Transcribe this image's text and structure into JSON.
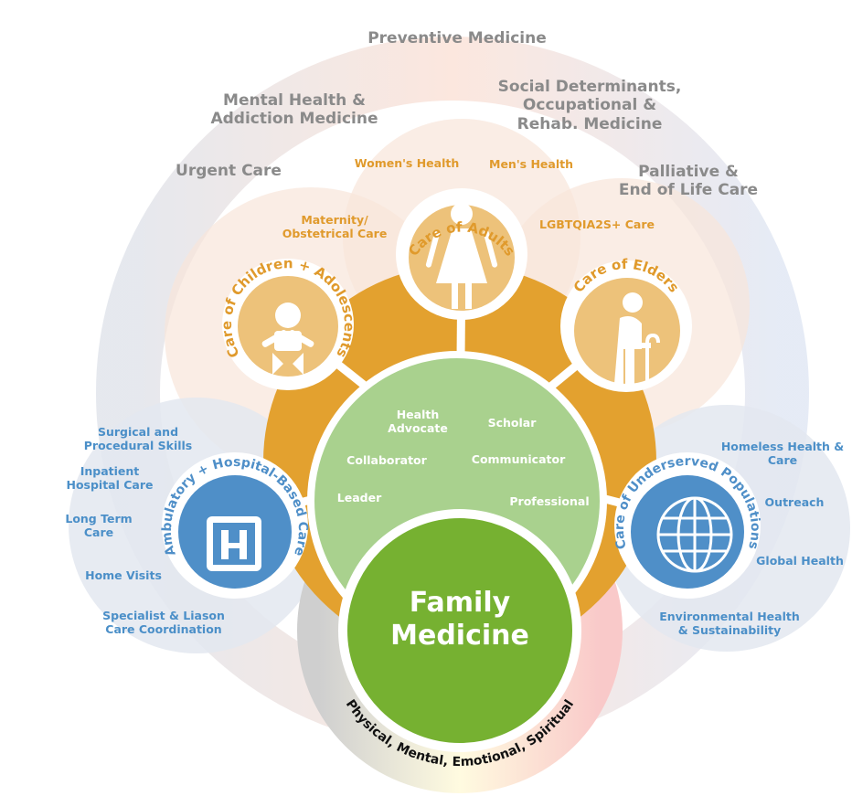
{
  "outer": {
    "preventive": "Preventive Medicine",
    "mental": "Mental Health &\nAddiction Medicine",
    "social": "Social Determinants,\nOccupational &\nRehab. Medicine",
    "urgent": "Urgent Care",
    "palliative": "Palliative &\nEnd of Life Care"
  },
  "adult_topics": {
    "womens": "Women's Health",
    "mens": "Men's Health",
    "maternity": "Maternity/\nObstetrical Care",
    "lgbt": "LGBTQIA2S+ Care"
  },
  "hubs": {
    "children": "Care of Children + Adolescents",
    "adults": "Care of Adults",
    "elders": "Care of Elders",
    "ambulatory": "Ambulatory + Hospital-Based Care",
    "underserved": "Care of Underserved Populations"
  },
  "ambulatory_topics": [
    "Surgical and\nProcedural Skills",
    "Inpatient\nHospital Care",
    "Long Term\nCare",
    "Home Visits",
    "Specialist & Liason\nCare Coordination"
  ],
  "underserved_topics": [
    "Homeless Health &\nCare",
    "Outreach",
    "Global Health",
    "Environmental Health\n& Sustainability"
  ],
  "roles": {
    "advocate": "Health\nAdvocate",
    "scholar": "Scholar",
    "collaborator": "Collaborator",
    "communicator": "Communicator",
    "leader": "Leader",
    "professional": "Professional"
  },
  "center": {
    "title": "Family\nMedicine"
  },
  "dimensions": "Physical, Mental, Emotional, Spiritual",
  "colors": {
    "orange": "#e3a12f",
    "light_orange": "#edc27a",
    "light_green": "#a9d18e",
    "green": "#76b131",
    "blue": "#4f8fc8"
  }
}
